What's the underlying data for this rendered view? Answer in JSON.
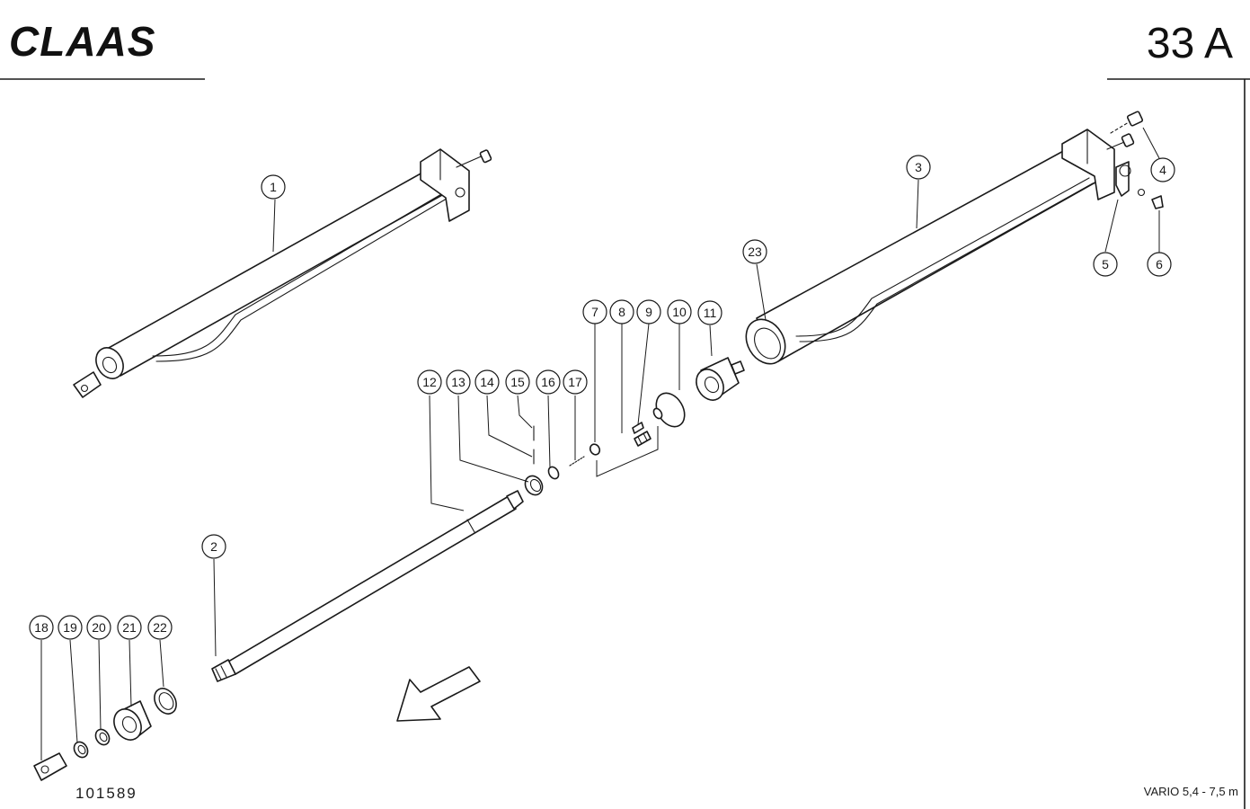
{
  "header": {
    "brand": "CLAAS",
    "page_ref": "33 A"
  },
  "footer": {
    "drawing_number": "101589",
    "model_note": "VARIO 5,4 - 7,5 m"
  },
  "callouts": [
    "1",
    "2",
    "3",
    "4",
    "5",
    "6",
    "7",
    "8",
    "9",
    "10",
    "11",
    "12",
    "13",
    "14",
    "15",
    "16",
    "17",
    "18",
    "19",
    "20",
    "21",
    "22",
    "23"
  ],
  "colors": {
    "ink": "#1a1a1a",
    "paper": "#ffffff"
  }
}
